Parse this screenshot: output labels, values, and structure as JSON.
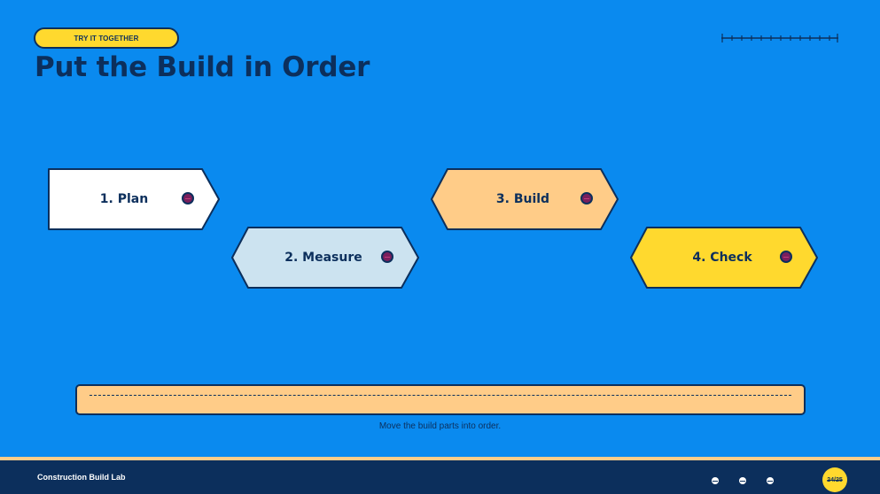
{
  "header": {
    "tag_label": "TRY IT TOGETHER",
    "title": "Put the Build in Order"
  },
  "steps": [
    {
      "label": "1. Plan",
      "color": "#ffffff"
    },
    {
      "label": "2. Measure",
      "color": "#cce3f0"
    },
    {
      "label": "3. Build",
      "color": "#ffcc88"
    },
    {
      "label": "4. Check",
      "color": "#ffd92e"
    }
  ],
  "dropzone": {
    "hint": "Move the build parts into order."
  },
  "footer": {
    "brand": "Construction Build Lab",
    "page_indicator": "24/25"
  },
  "icons": {
    "ruler": "ruler-icon",
    "drag_handle": "drag-handle-icon",
    "nav": "nav-dot-icon"
  },
  "colors": {
    "background": "#0a8aef",
    "ink": "#0c2f5c",
    "accent_yellow": "#ffd92e",
    "accent_peach": "#ffcc88"
  }
}
